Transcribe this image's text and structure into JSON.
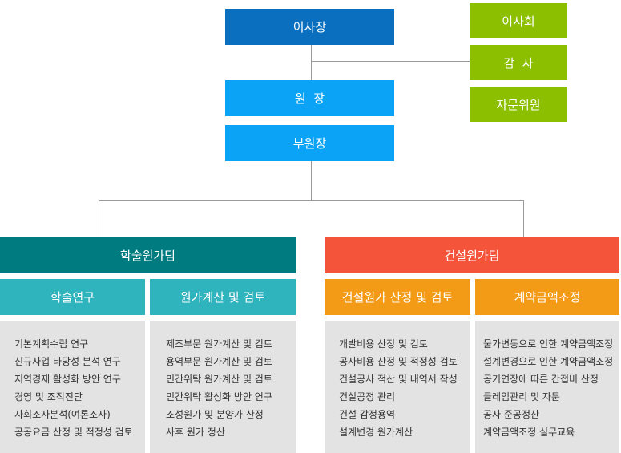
{
  "chairman": "이사장",
  "director": "원  장",
  "vice_director": "부원장",
  "side": [
    "이사회",
    "감  사",
    "자문위원"
  ],
  "teams": [
    {
      "name": "학술원가팀",
      "groups": [
        {
          "title": "학술연구",
          "items": [
            "기본계획수립 연구",
            "신규사업 타당성 분석 연구",
            "지역경제 활성화 방안 연구",
            "경영 및 조직진단",
            "사회조사분석(여론조사)",
            "공공요금 산정 및 적정성 검토"
          ]
        },
        {
          "title": "원가계산 및 검토",
          "items": [
            "제조부문 원가계산 및 검토",
            "용역부문 원가계산 및 검토",
            "민간위탁 원가계산 및 검토",
            "민간위탁 활성화 방안 연구",
            "조성원가 및 분양가 산정",
            "사후 원가 정산"
          ]
        }
      ]
    },
    {
      "name": "건설원가팀",
      "groups": [
        {
          "title": "건설원가 산정 및 검토",
          "items": [
            "개발비용 산정 및 검토",
            "공사비용 산정 및 적정성 검토",
            "건설공사 적산 및 내역서 작성",
            "건설공정 관리",
            "건설 감정용역",
            "설계변경 원가계산"
          ]
        },
        {
          "title": "계약금액조정",
          "items": [
            "물가변동으로 인한 계약금액조정",
            "설계변경으로 인한 계약금액조정",
            "공기연장에 따른 간접비 산정",
            "클레임관리 및 자문",
            "공사 준공정산",
            "계약금액조정 실무교육"
          ]
        }
      ]
    }
  ],
  "colors": {
    "chairman": "#0a6fbe",
    "director": "#0aa3f5",
    "side": "#8cbf00",
    "team1": "#007b80",
    "team2": "#f4543a",
    "sub1": "#2fb3bd",
    "sub2": "#f39a16",
    "list": "#e3e3e3"
  }
}
